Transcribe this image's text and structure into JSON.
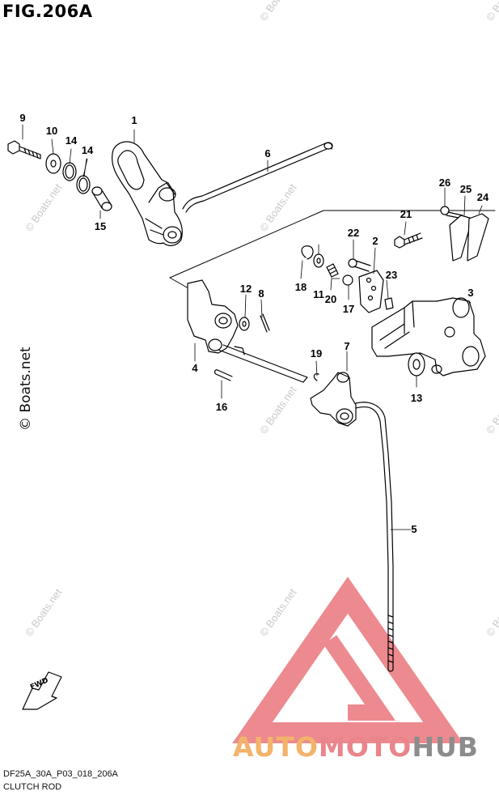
{
  "figure": {
    "title": "FIG.206A",
    "code": "DF25A_30A_P03_018_206A",
    "name": "CLUTCH ROD"
  },
  "watermarks": {
    "small": "© Boats.net",
    "side": "© Boats.net"
  },
  "brand": {
    "part1": "AUTO",
    "part2": "MOTO",
    "part3": "HUB"
  },
  "fwd_badge": "FWD",
  "callouts": [
    "1",
    "2",
    "3",
    "4",
    "5",
    "6",
    "7",
    "8",
    "9",
    "10",
    "11",
    "12",
    "13",
    "14",
    "14",
    "15",
    "16",
    "17",
    "18",
    "19",
    "20",
    "21",
    "22",
    "23",
    "24",
    "25",
    "26"
  ],
  "colors": {
    "line": "#000000",
    "watermark": "#c9c9c9",
    "logo_triangle": "#ec8a8f",
    "brand_auto": "#f3b36b",
    "brand_moto": "#e9858b",
    "brand_hub": "#8c8c8c"
  }
}
